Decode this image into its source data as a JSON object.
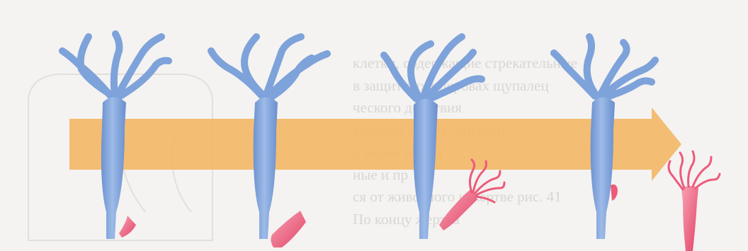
{
  "background_text": [
    "клетки, содержащие стрекательные",
    "в защитных покровах щупалец",
    "ческого действия",
    "которые может ощущать",
    "а также может",
    "ные и пр",
    "ся от животного к жертве рис. 41",
    "По концу жертва"
  ],
  "stages": [
    {
      "id": "stage-1",
      "prey": "small"
    },
    {
      "id": "stage-2",
      "prey": "medium"
    },
    {
      "id": "stage-3",
      "prey": "budding"
    },
    {
      "id": "stage-4",
      "prey": "detached"
    }
  ],
  "colors": {
    "hydra": "#7ea2da",
    "hydra_dark": "#5f84c4",
    "bud": "#ec5b7a",
    "arrow": "#f2b968",
    "background": "#f4f3f1"
  }
}
